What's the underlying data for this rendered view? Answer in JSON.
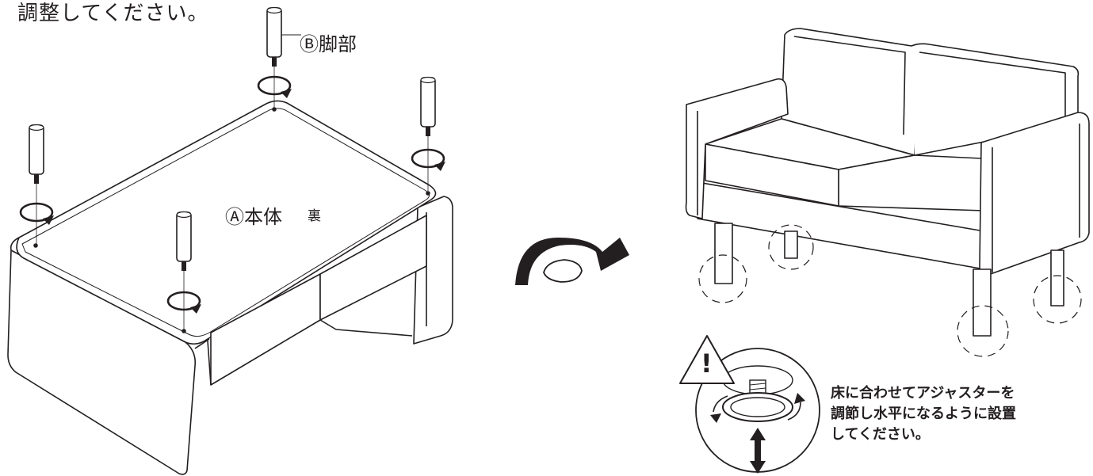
{
  "step_text": {
    "intro_line": "調整してください。"
  },
  "labels": {
    "legs": "Ⓑ脚部",
    "body": "Ⓐ本体",
    "back_side": "裏"
  },
  "adjuster_note": {
    "lines": [
      "床に合わせてアジャスターを",
      "調節し水平になるように設置",
      "してください。"
    ]
  },
  "warning_symbol": "!",
  "colors": {
    "line": "#231f20",
    "fill_dark": "#231f20",
    "fill_light": "#ffffff"
  }
}
